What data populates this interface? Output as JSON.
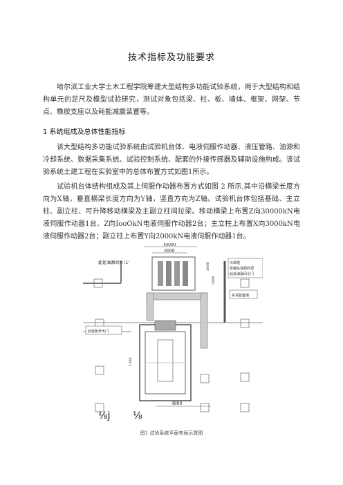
{
  "doc": {
    "title": "技术指标及功能要求",
    "intro": "哈尔滨工业大学土木工程学院筹建大型结构多功能试验系统，用于大型结构和结构单元的足尺及模型试验研究，测试对象包括梁、柱、板、墙体、框架、网架、节点、橡胶支座以及耗能减震装置等。",
    "section1_heading": "1 系统组成及总体性能指标",
    "para1": "该大型结构多功能试验系统由试验机台体、电液伺服作动器、液压管路、油源和冷却系统、数据采集系统、试验控制系统、配套的外接传感器及辅助设施构成。该试验系统土建工程在实验室中的总体布置方式如图1所示。",
    "para2": "试验机台体结构组成及其上伺服作动器布置方式如图 2 所示,其中沿横梁长度方向为X轴，垂直横梁长度方向为Y轴，竖直方向为Z轴。试验机台体包括基础、主立柱、副立柱、可升降移动横梁及主副立柱间拉梁。移动横梁上布置Z向30000kN电液伺服作动器1台、Z向IooOkN电液伺服作动器2台；主立柱上布置X向3000kN电液伺服作动器2台；副立柱上布置Y向2000kN电液伺服作动器1台。",
    "figure_caption": "图1 试验系统平面布局示意图"
  },
  "figure": {
    "dim_10000": "10000",
    "dim_6000": "6000",
    "dim_3000": "3000",
    "dim_5800": "5800",
    "dim_4800": "4800",
    "dim_left": "1300",
    "label_oil_source": "此处油源间大 i1'",
    "label_cooling_tower": "冷却塔",
    "label_install_oil": "安装在油源间顶",
    "label_oil_door": "此处油源间小门",
    "label_east_lab": "东试验室墙",
    "label_new_door": "此处新开大门",
    "mark_left": "⅛j",
    "mark_right": "⅛"
  }
}
